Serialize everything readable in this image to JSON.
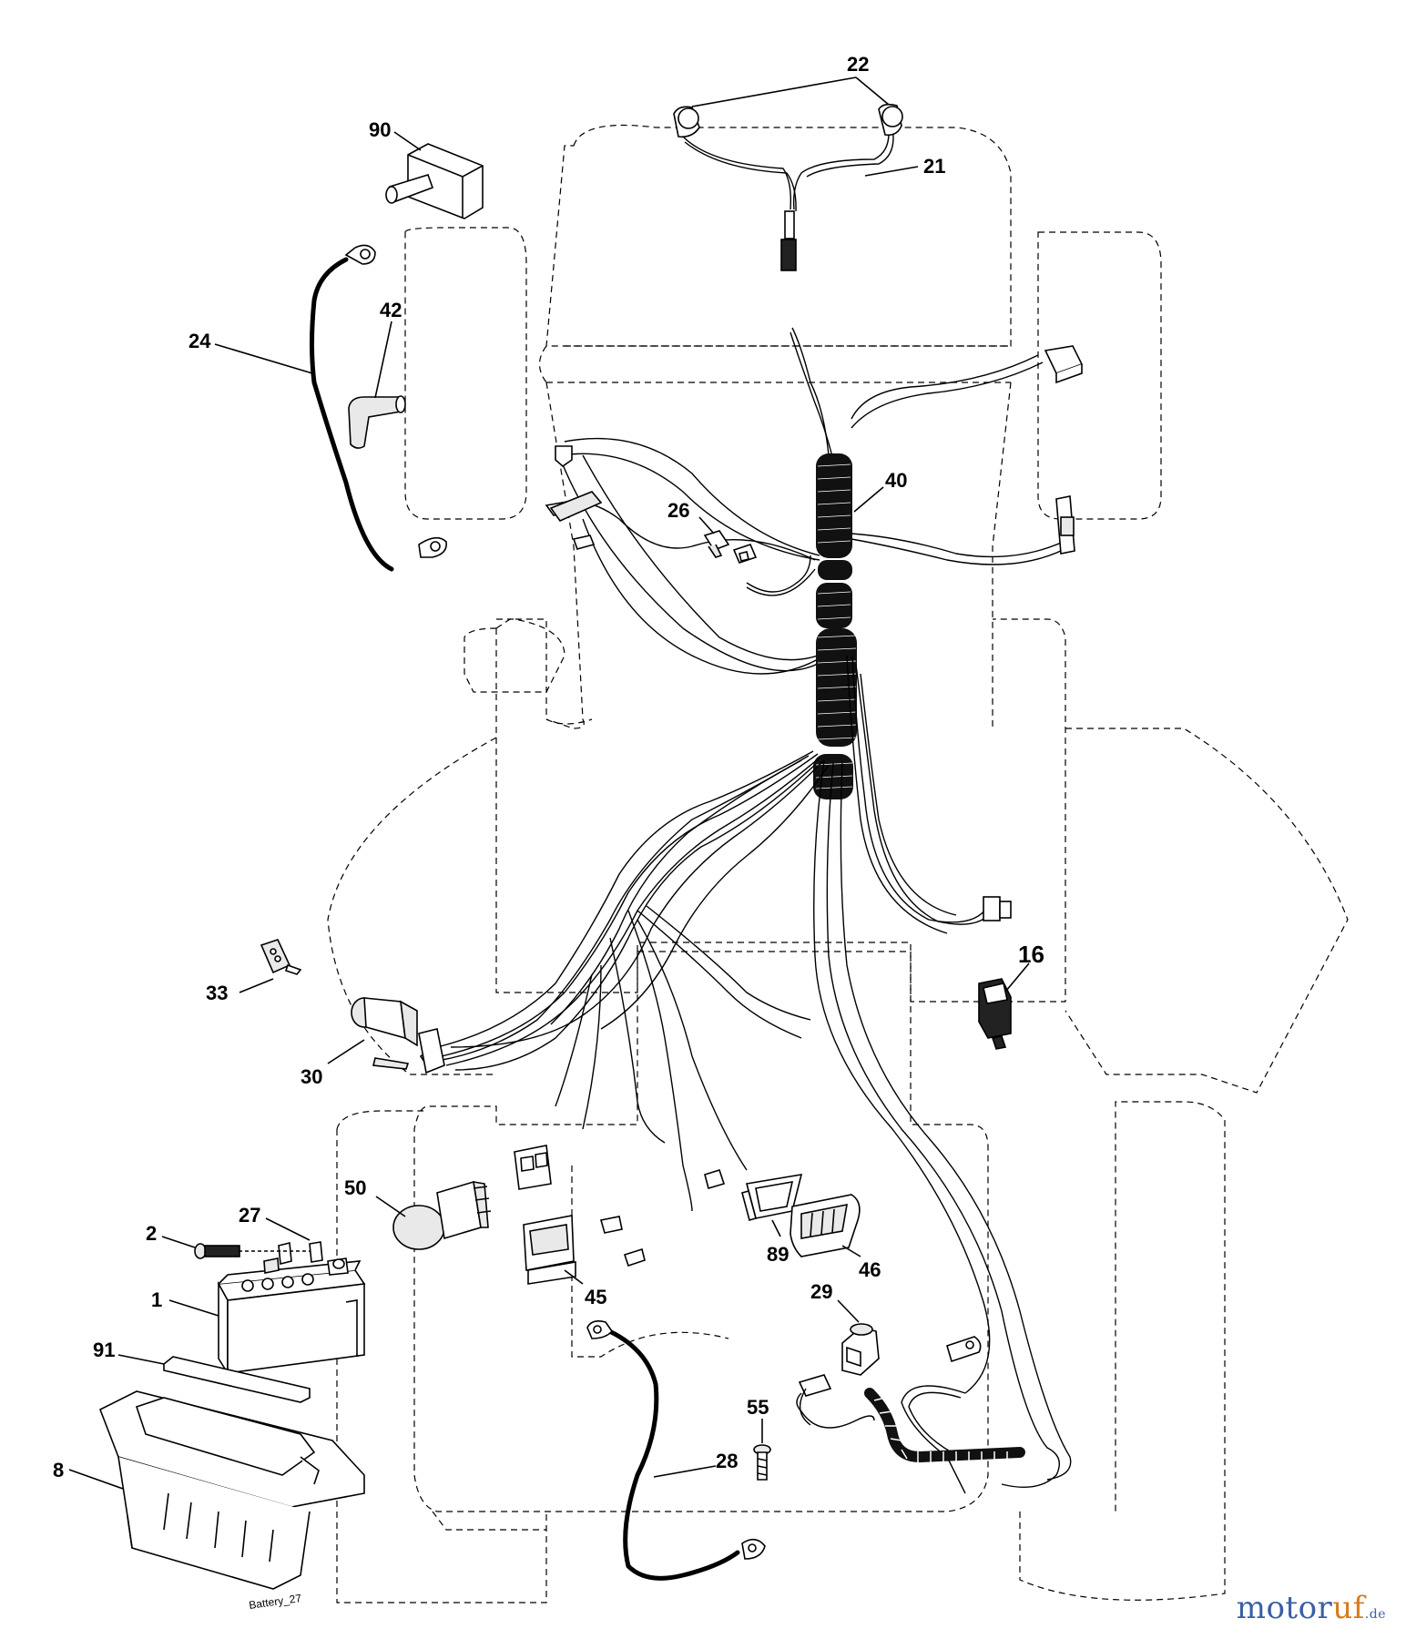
{
  "callouts": {
    "c22": "22",
    "c21": "21",
    "c90": "90",
    "c24": "24",
    "c42": "42",
    "c40": "40",
    "c26": "26",
    "c16": "16",
    "c33": "33",
    "c30": "30",
    "c50": "50",
    "c27": "27",
    "c2": "2",
    "c1": "1",
    "c91": "91",
    "c8": "8",
    "c89": "89",
    "c46": "46",
    "c45": "45",
    "c29": "29",
    "c55": "55",
    "c28": "28"
  },
  "footer_label": "Battery_27",
  "watermark": {
    "brand": "motor",
    "accent": "uf",
    "suffix": ".de"
  },
  "colors": {
    "ink": "#000000",
    "background": "#ffffff",
    "watermark_blue": "#3a5fa8",
    "watermark_orange": "#d97b1c"
  }
}
